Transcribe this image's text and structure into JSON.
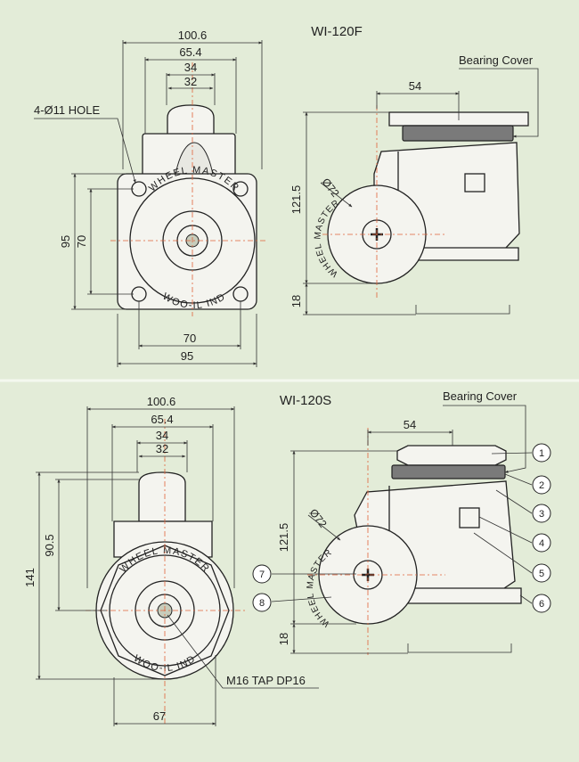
{
  "colors": {
    "background": "#e3ecd8",
    "line": "#222222",
    "center_line": "#e0623a",
    "part_fill": "#f4f4ef",
    "cover_fill": "#7a7a7a"
  },
  "top": {
    "model": "WI-120F",
    "bearing_cover_label": "Bearing Cover",
    "hole_label": "4-Ø11 HOLE",
    "wheel_text_top": "WHEEL MASTER",
    "wheel_text_bottom": "WOO-IL IND",
    "side_wheel_text": "WHEEL MASTER",
    "dims": {
      "w1006": "100.6",
      "w654": "65.4",
      "w34": "34",
      "w32": "32",
      "h95": "95",
      "h70": "70",
      "b70": "70",
      "b95": "95",
      "side54": "54",
      "side1215": "121.5",
      "side18": "18",
      "dia72": "Ø72"
    }
  },
  "bottom": {
    "model": "WI-120S",
    "bearing_cover_label": "Bearing Cover",
    "tap_label": "M16 TAP DP16",
    "wheel_text_top": "WHEEL MASTER",
    "wheel_text_bottom": "WOO-IL IND",
    "side_wheel_text": "WHEEL MASTER",
    "dims": {
      "w1006": "100.6",
      "w654": "65.4",
      "w34": "34",
      "w32": "32",
      "h141": "141",
      "h905": "90.5",
      "b67": "67",
      "side54": "54",
      "side1215": "121.5",
      "side18": "18",
      "dia72": "Ø72"
    },
    "callouts": [
      "1",
      "2",
      "3",
      "4",
      "5",
      "6",
      "7",
      "8"
    ]
  }
}
